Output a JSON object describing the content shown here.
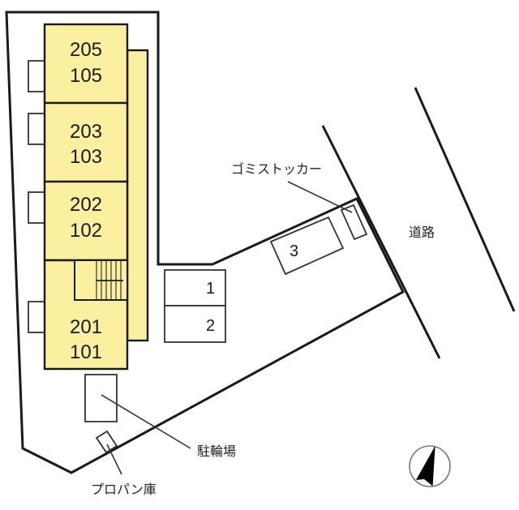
{
  "units": [
    {
      "upper": "205",
      "lower": "105"
    },
    {
      "upper": "203",
      "lower": "103"
    },
    {
      "upper": "202",
      "lower": "102"
    },
    {
      "upper": "201",
      "lower": "101"
    }
  ],
  "parking": {
    "space_1": "1",
    "space_2": "2",
    "space_3": "3"
  },
  "labels": {
    "garbage_stocker": "ゴミストッカー",
    "road": "道路",
    "bicycle_parking": "駐輪場",
    "propane_storage": "プロパン庫"
  },
  "compass": {
    "icon": "north-arrow-icon"
  },
  "colors": {
    "building_fill": "#faf0a0",
    "line": "#1a1a1a"
  }
}
